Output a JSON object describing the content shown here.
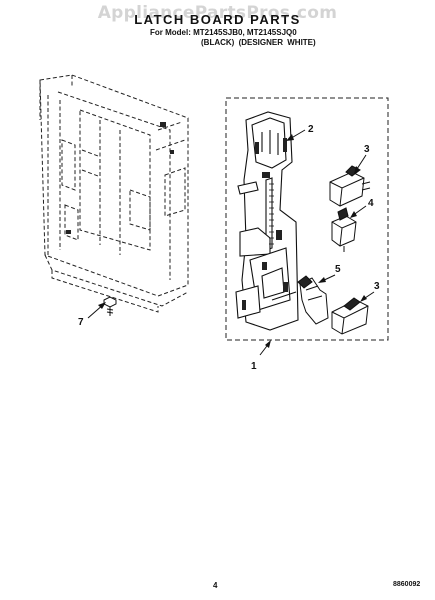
{
  "watermark": "AppliancePartsPros.com",
  "header": {
    "title": "LATCH BOARD PARTS",
    "models_line": "For Model: MT2145SJB0, MT2145SJQ0",
    "finish_black": "(BLACK)",
    "finish_white": "(DESIGNER WHITE)"
  },
  "callouts": {
    "c1": "1",
    "c2": "2",
    "c3_top": "3",
    "c4": "4",
    "c5": "5",
    "c3_bottom": "3",
    "c7": "7"
  },
  "footer": {
    "page_number": "4",
    "ref_code": "8860092"
  },
  "colors": {
    "ink": "#111111",
    "watermark": "#d0d0d0"
  }
}
